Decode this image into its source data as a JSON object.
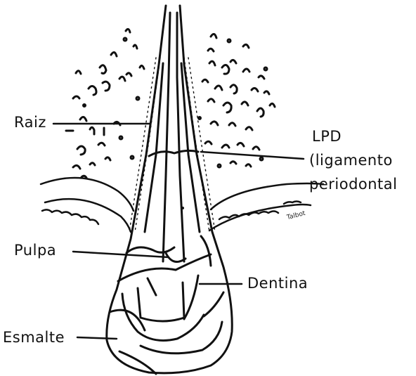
{
  "diagram": {
    "labels": {
      "raiz": "Raiz",
      "lpd_line1": "LPD",
      "lpd_line2": "(ligamento",
      "lpd_line3": "periodontal",
      "pulpa": "Pulpa",
      "dentina": "Dentina",
      "esmalte": "Esmalte"
    },
    "artist_signature": "Talbot"
  }
}
